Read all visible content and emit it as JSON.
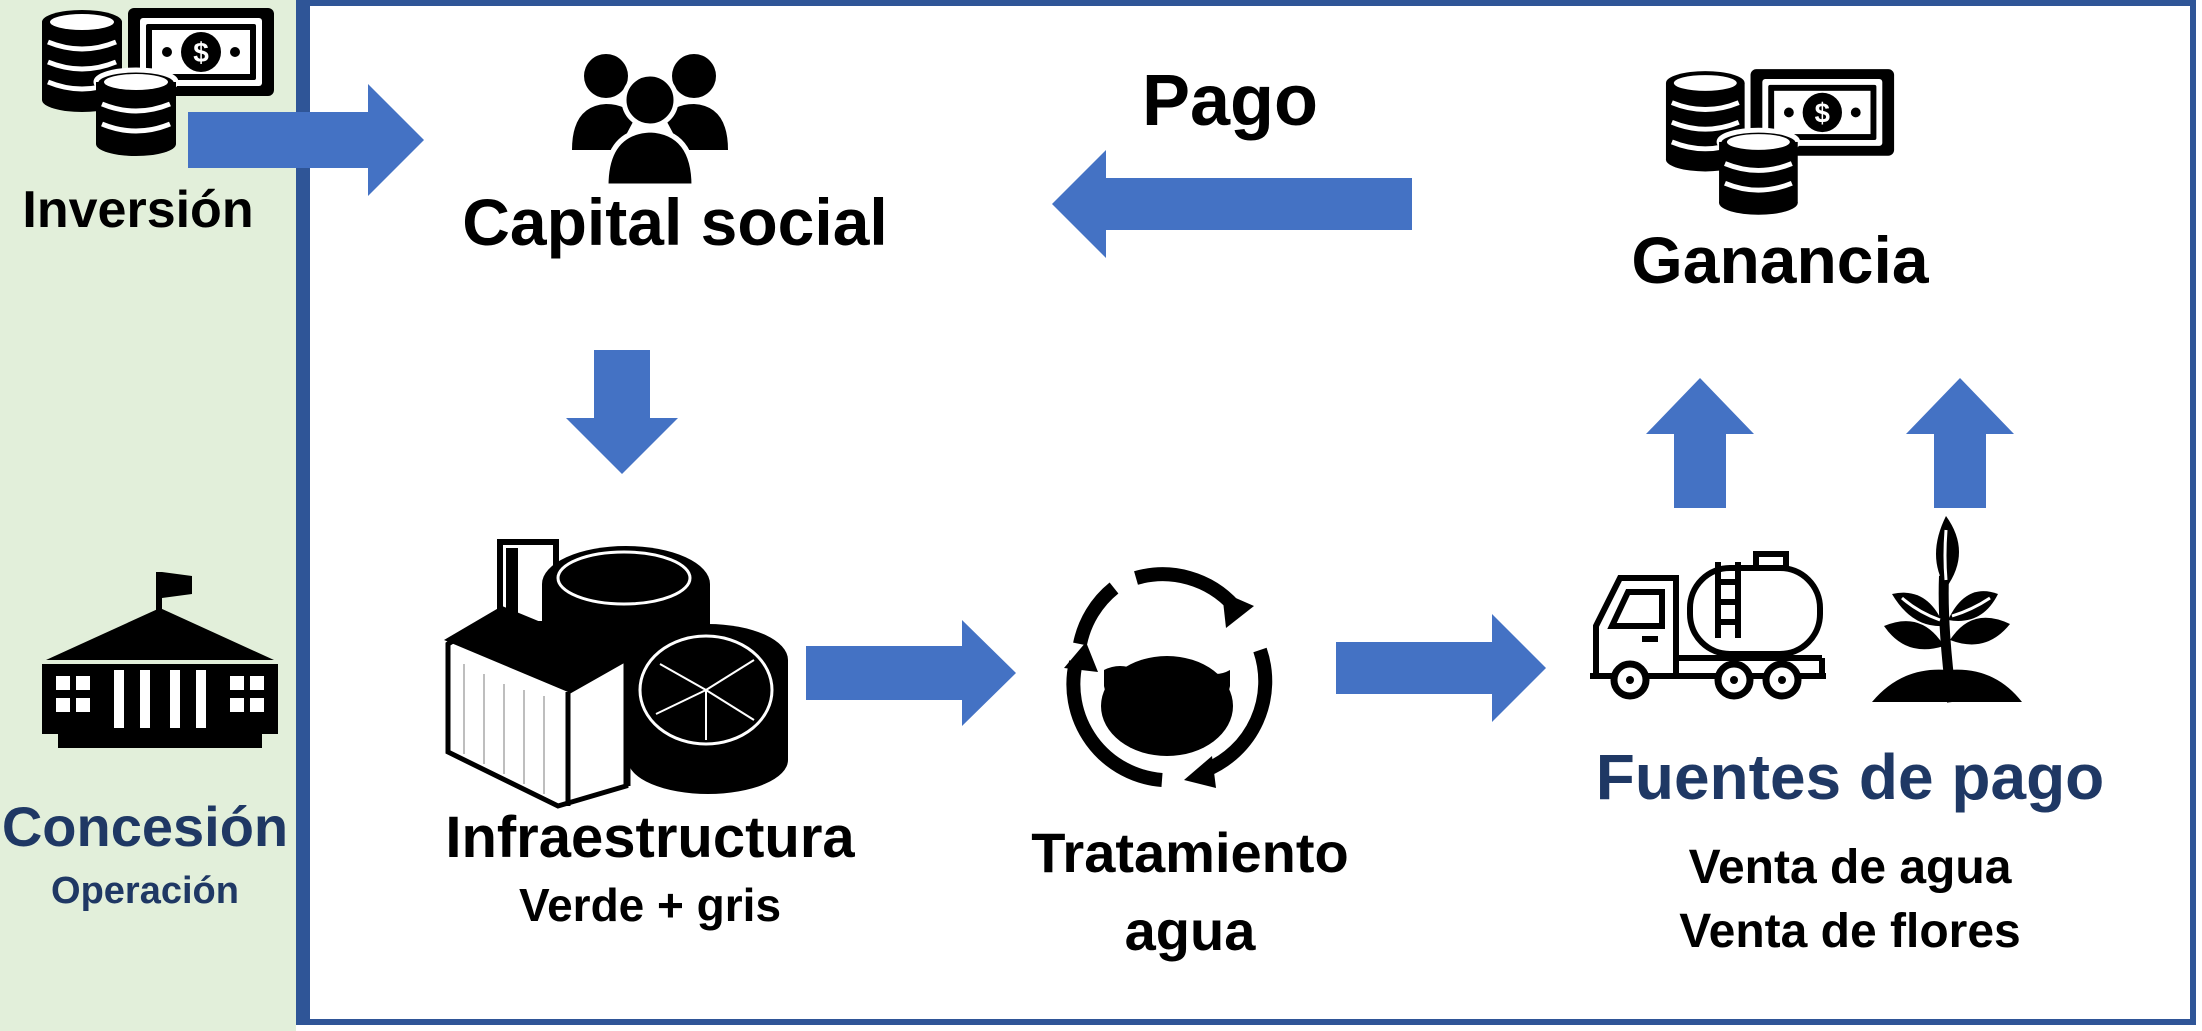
{
  "left_panel": {
    "investment_label": "Inversión",
    "concession_label": "Concesión",
    "operation_label": "Operación"
  },
  "nodes": {
    "capital_social": "Capital social",
    "payment": "Pago",
    "profit": "Ganancia",
    "infrastructure": "Infraestructura",
    "infrastructure_sub": "Verde + gris",
    "treatment_line1": "Tratamiento",
    "treatment_line2": "agua",
    "payment_sources": "Fuentes de pago",
    "water_sale": "Venta de agua",
    "flower_sale": "Venta de flores"
  },
  "colors": {
    "arrow": "#4472c4",
    "frame": "#2f5597",
    "left_panel_bg": "#e2efda",
    "navy_text": "#1f3864",
    "icon": "#000000"
  },
  "icons": [
    "money-coins-icon",
    "people-group-icon",
    "government-building-icon",
    "infrastructure-tanks-icon",
    "water-recycle-icon",
    "water-truck-icon",
    "plant-sprout-icon"
  ]
}
